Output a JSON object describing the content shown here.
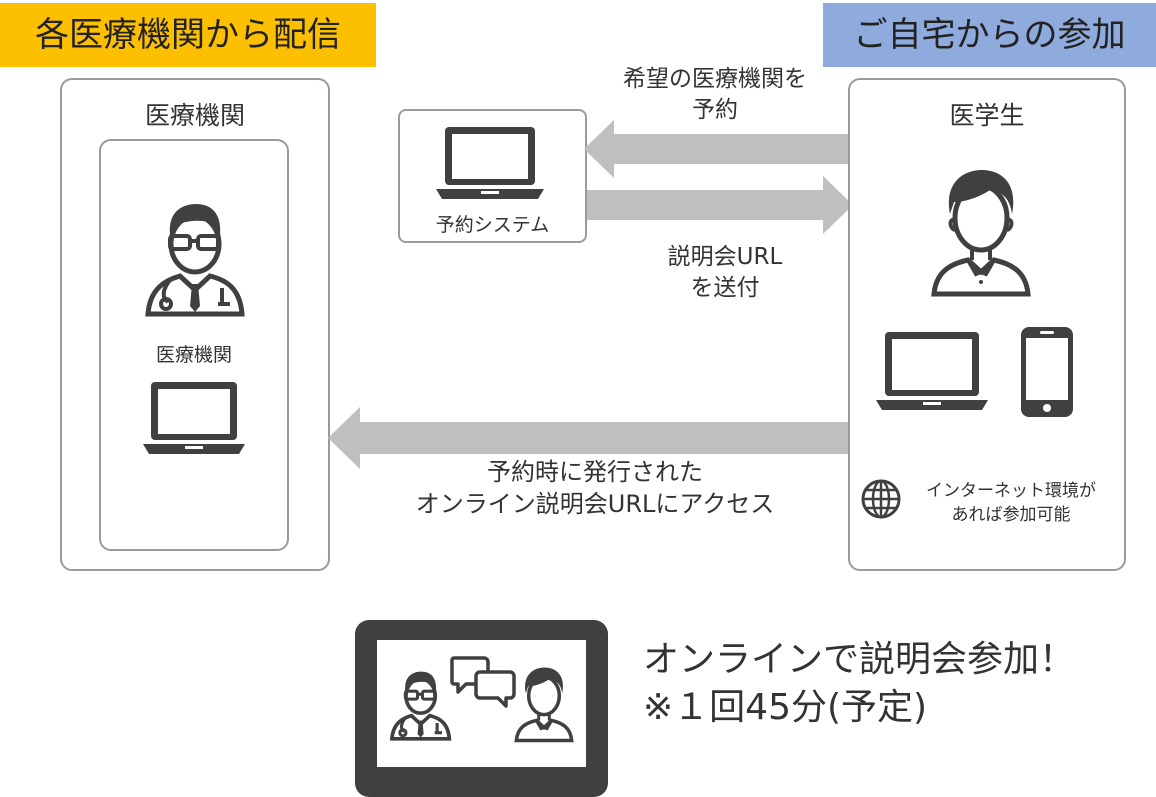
{
  "banner_left": "各医療機関から配信",
  "banner_right": "ご自宅からの参加",
  "left_panel": {
    "title": "医療機関",
    "inner_label": "医療機関"
  },
  "reservation_system": {
    "label": "予約システム"
  },
  "right_panel": {
    "title": "医学生",
    "internet_note_line1": "インターネット環境が",
    "internet_note_line2": "あれば参加可能"
  },
  "arrow_top_label_line1": "希望の医療機関を",
  "arrow_top_label_line2": "予約",
  "arrow_mid_label_line1": "説明会URL",
  "arrow_mid_label_line2": "を送付",
  "arrow_bottom_label_line1": "予約時に発行された",
  "arrow_bottom_label_line2": "オンライン説明会URLにアクセス",
  "bottom_text_line1": "オンラインで説明会参加！",
  "bottom_text_line2": "※１回45分(予定)",
  "colors": {
    "banner_left": "#fdc000",
    "banner_right": "#8faadc",
    "arrow": "#bfbfbf",
    "icon": "#404040",
    "panel_border": "#9a9a9a"
  }
}
